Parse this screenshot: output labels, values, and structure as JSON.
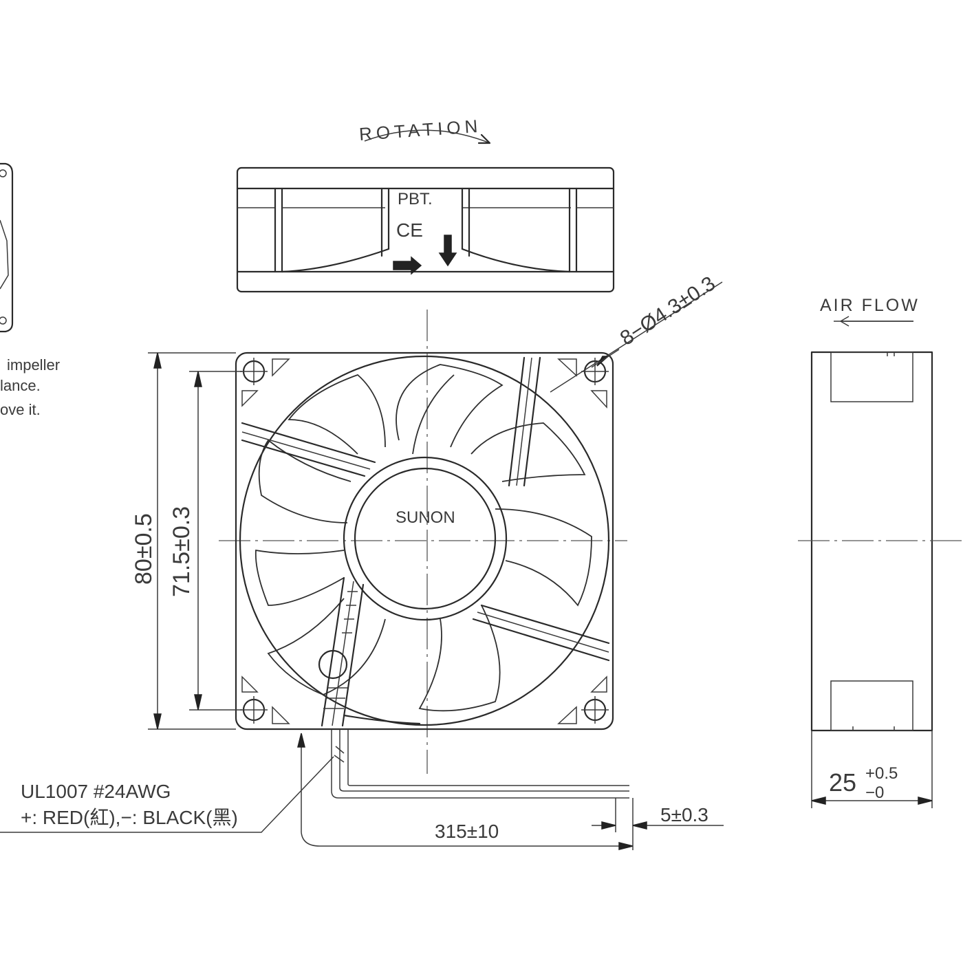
{
  "labels": {
    "rotation": "ROTATION",
    "pbt": "PBT.",
    "ce": "CE",
    "brand": "SUNON",
    "air_flow": "AIR FLOW",
    "note_line1": "impeller",
    "note_line2": "lance.",
    "note_line3": "ove it.",
    "wire_spec": "UL1007 #24AWG",
    "wire_colors": "+: RED(紅),−: BLACK(黑)"
  },
  "dimensions": {
    "hole_diameter": "8−Ø4.3±0.3",
    "frame_size": "80±0.5",
    "hole_pitch": "71.5±0.3",
    "lead_length": "315±10",
    "strip_length": "5±0.3",
    "thickness_base": "25",
    "thickness_upper_tol": "+0.5",
    "thickness_lower_tol": "−0"
  },
  "colors": {
    "line": "#2a2a2a",
    "text": "#3a3a3a",
    "background": "#ffffff"
  }
}
